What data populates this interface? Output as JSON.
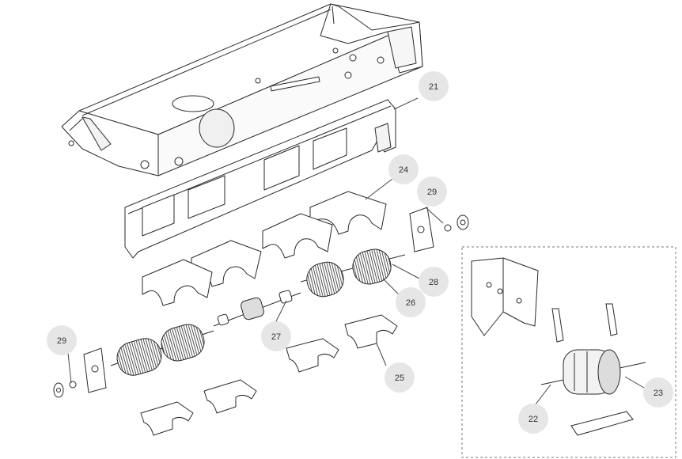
{
  "diagram": {
    "colors": {
      "line": "#2a2a2a",
      "fill": "#ffffff",
      "shade": "#e8e8e8",
      "coil": "#555555",
      "callout_bg": "#e6e6e6",
      "callout_text": "#333333",
      "leader": "#444444",
      "inset_border": "#777777"
    },
    "callouts": [
      {
        "id": "c21",
        "label": "21"
      },
      {
        "id": "c24",
        "label": "24"
      },
      {
        "id": "c29a",
        "label": "29"
      },
      {
        "id": "c28",
        "label": "28"
      },
      {
        "id": "c26",
        "label": "26"
      },
      {
        "id": "c27",
        "label": "27"
      },
      {
        "id": "c25",
        "label": "25"
      },
      {
        "id": "c29b",
        "label": "29"
      },
      {
        "id": "c22",
        "label": "22"
      },
      {
        "id": "c23",
        "label": "23"
      }
    ]
  }
}
